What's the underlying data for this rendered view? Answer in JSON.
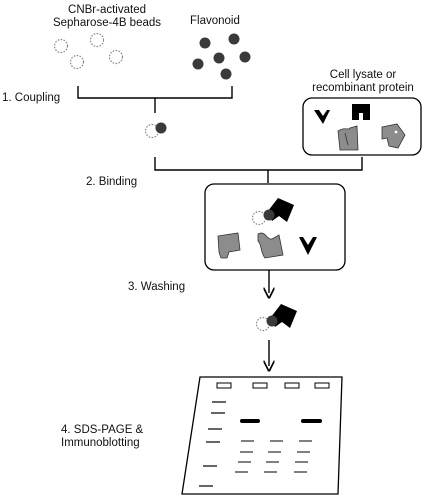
{
  "labels": {
    "beads_line1": "CNBr-activated",
    "beads_line2": "Sepharose-4B beads",
    "flavonoid": "Flavonoid",
    "lysate_line1": "Cell lysate or",
    "lysate_line2": "recombinant protein",
    "step1": "1. Coupling",
    "step2": "2. Binding",
    "step3": "3. Washing",
    "step4_line1": "4. SDS-PAGE &",
    "step4_line2": "Immunoblotting"
  },
  "colors": {
    "bead_outline": "#888888",
    "flavonoid": "#3a3a3a",
    "protein_gray": "#8c8c8c",
    "protein_black": "#000000",
    "line": "#000000"
  }
}
